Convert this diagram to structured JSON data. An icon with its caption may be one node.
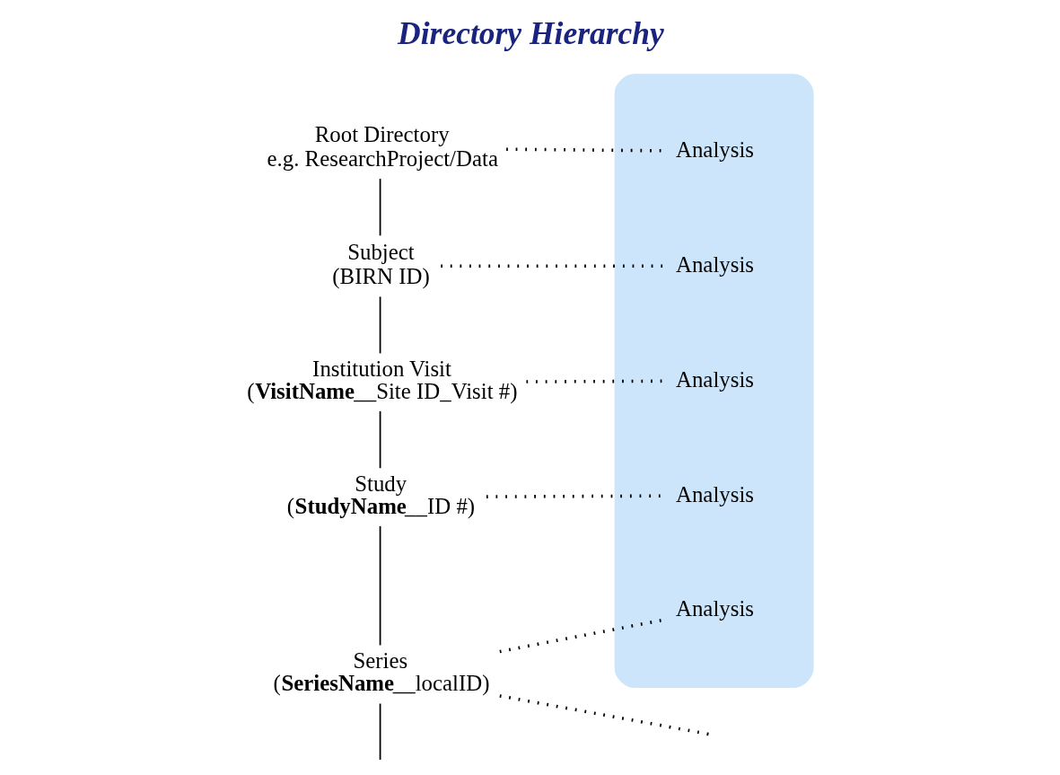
{
  "diagram": {
    "title": "Directory Hierarchy",
    "nodes": [
      {
        "text": [],
        "shape": "box"
      },
      {
        "text": [
          "Root Directory",
          "e.g. ResearchProject/Data"
        ]
      },
      {
        "text": [
          "Analysis"
        ],
        "in": 0
      },
      {
        "text": [
          "Subject",
          "(BIRN ID)"
        ]
      },
      {
        "text": [
          "Analysis"
        ],
        "in": 0
      },
      {
        "text": [
          "Institution Visit",
          "(**VisitName**__Site ID_Visit #)"
        ]
      },
      {
        "text": [
          "Analysis"
        ],
        "in": 0
      },
      {
        "text": [
          "Study",
          "(**StudyName**__ID #)"
        ]
      },
      {
        "text": [
          "Analysis"
        ],
        "in": 0
      },
      {
        "text": [
          "Series",
          "(**SeriesName**__localID)"
        ]
      },
      {
        "text": [
          "Analysis"
        ],
        "in": 0
      }
    ],
    "edges": [
      {
        "from": 1,
        "to": 3,
        "arrow": "none"
      },
      {
        "from": 3,
        "to": 5,
        "arrow": "none"
      },
      {
        "from": 5,
        "to": 7,
        "arrow": "none"
      },
      {
        "from": 7,
        "to": 9,
        "arrow": "none"
      },
      {
        "from": 9,
        "to": null,
        "arrow": "none",
        "style": "dashed"
      },
      {
        "from": 1,
        "to": 2,
        "arrow": "none",
        "style": "dashed"
      },
      {
        "from": 3,
        "to": 4,
        "arrow": "none",
        "style": "dashed"
      },
      {
        "from": 5,
        "to": 6,
        "arrow": "none",
        "style": "dashed"
      },
      {
        "from": 7,
        "to": 8,
        "arrow": "none",
        "style": "dashed"
      },
      {
        "from": 9,
        "to": 10,
        "arrow": "none",
        "style": "dashed"
      },
      {
        "from": 9,
        "to": null,
        "arrow": "none"
      }
    ]
  }
}
